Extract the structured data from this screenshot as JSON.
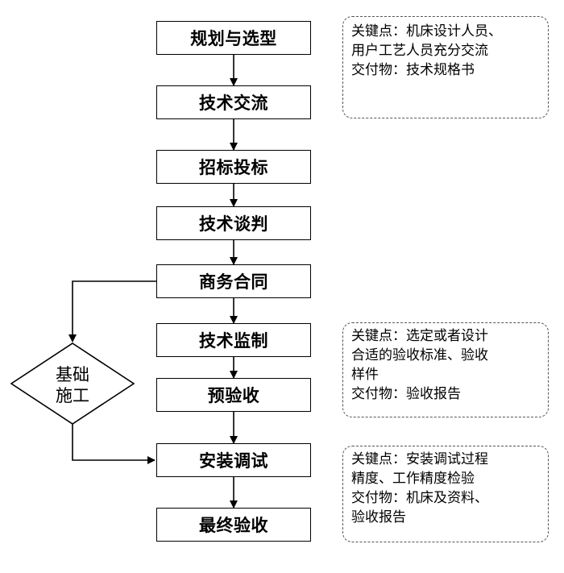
{
  "flow": {
    "steps": [
      "规划与选型",
      "技术交流",
      "招标投标",
      "技术谈判",
      "商务合同",
      "技术监制",
      "预验收",
      "安装调试",
      "最终验收"
    ],
    "side_branch": {
      "label_line1": "基础",
      "label_line2": "施工"
    }
  },
  "notes": [
    {
      "lines": [
        "关键点：机床设计人员、",
        "用户工艺人员充分交流",
        "交付物：技术规格书"
      ]
    },
    {
      "lines": [
        "关键点：选定或者设计",
        "合适的验收标准、验收",
        "样件",
        "交付物：验收报告"
      ]
    },
    {
      "lines": [
        "关键点：安装调试过程",
        "精度、工作精度检验",
        "交付物：机床及资料、",
        "验收报告"
      ]
    }
  ],
  "colors": {
    "line": "#000000",
    "note_border": "#555555",
    "background": "#ffffff"
  }
}
